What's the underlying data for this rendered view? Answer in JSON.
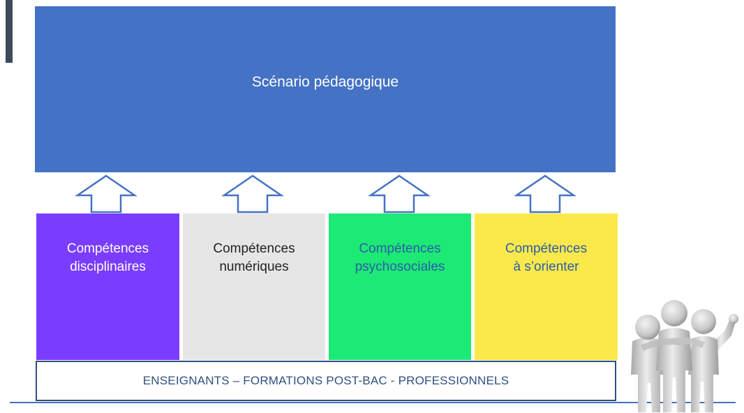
{
  "top": {
    "title": "Scénario pédagogique",
    "color": "#4472c4"
  },
  "pillars": [
    {
      "label": "Compétences\ndisciplinaires",
      "bg": "#7a3dff",
      "text_color": "#ffffff"
    },
    {
      "label": "Compétences\nnumériques",
      "bg": "#e6e6e6",
      "text_color": "#222222"
    },
    {
      "label": "Compétences\npsychosociales",
      "bg": "#1de975",
      "text_color": "#2a5ea8"
    },
    {
      "label": "Compétences\nà s’orienter",
      "bg": "#fbe94b",
      "text_color": "#2a5ea8"
    }
  ],
  "base": {
    "label": "ENSEIGNANTS – FORMATIONS POST-BAC - PROFESSIONNELS",
    "border_color": "#2f4f7f"
  },
  "icons": {
    "arrow": "up-arrow-icon",
    "people": "three-people-figures-icon"
  }
}
